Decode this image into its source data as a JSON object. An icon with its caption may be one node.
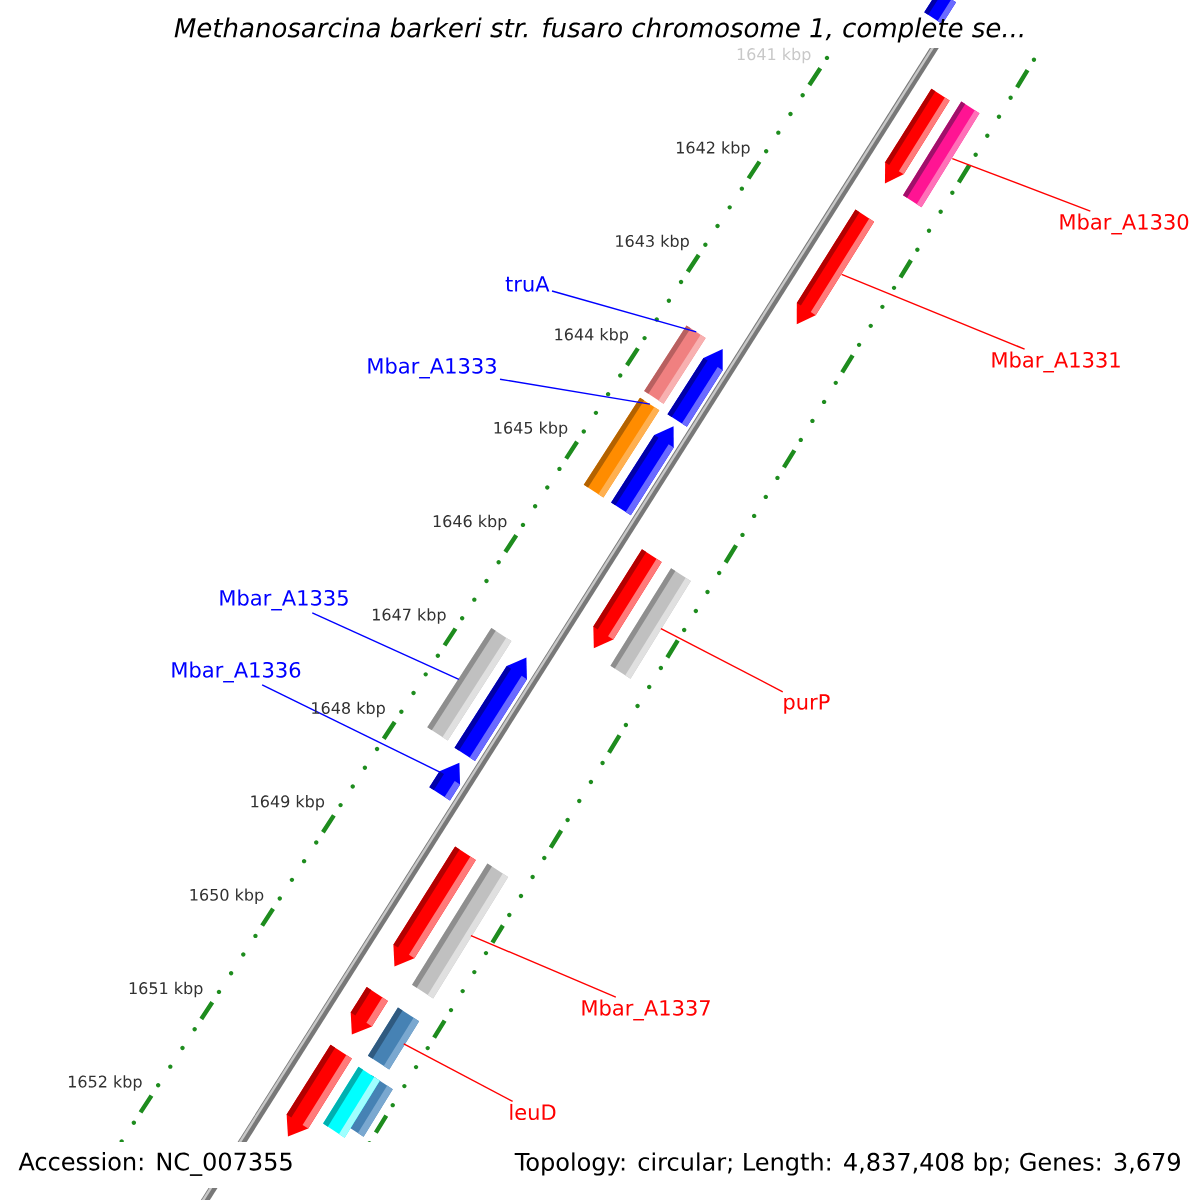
{
  "diagram": {
    "title": "Methanosarcina barkeri str. fusaro chromosome 1, complete se...",
    "nodes": [
      {
        "text": [
          "Mbar_A1330"
        ]
      },
      {
        "text": [
          "truA"
        ]
      },
      {
        "text": [
          "Mbar_A1331"
        ]
      },
      {
        "text": [
          "Mbar_A1333"
        ]
      },
      {
        "text": [
          "Mbar_A1335"
        ]
      },
      {
        "text": [
          "Mbar_A1336"
        ]
      },
      {
        "text": [
          "purP"
        ]
      },
      {
        "text": [
          "Mbar_A1337"
        ]
      },
      {
        "text": [
          "leuD"
        ]
      },
      {
        "text": [],
        "shape": "bar"
      },
      {
        "text": [],
        "shape": "arrow"
      },
      {
        "text": [],
        "shape": "bar"
      },
      {
        "text": [],
        "shape": "arrow"
      },
      {
        "text": [],
        "shape": "bar"
      },
      {
        "text": [],
        "shape": "arrow"
      },
      {
        "text": [],
        "shape": "bar"
      },
      {
        "text": [],
        "shape": "arrow"
      },
      {
        "text": [],
        "shape": "arrow"
      },
      {
        "text": [],
        "shape": "bar"
      },
      {
        "text": [],
        "shape": "bar"
      },
      {
        "text": [],
        "shape": "arrow"
      },
      {
        "text": [],
        "shape": "arrow"
      },
      {
        "text": [],
        "shape": "arrow"
      },
      {
        "text": [],
        "shape": "bar"
      },
      {
        "text": [],
        "shape": "arrow"
      },
      {
        "text": [],
        "shape": "bar"
      },
      {
        "text": [],
        "shape": "arrow"
      },
      {
        "text": [],
        "shape": "bar"
      },
      {
        "text": [],
        "shape": "bar"
      }
    ],
    "edges": [
      {
        "from": 0,
        "to": 11,
        "arrow": "none"
      },
      {
        "from": 1,
        "to": 13,
        "arrow": "none",
        "color": "#0000ff"
      },
      {
        "from": 2,
        "to": 12,
        "arrow": "none"
      },
      {
        "from": 3,
        "to": 15,
        "arrow": "none",
        "color": "#0000ff"
      },
      {
        "from": 4,
        "to": 19,
        "arrow": "none",
        "color": "#0000ff"
      },
      {
        "from": 5,
        "to": 21,
        "arrow": "none",
        "color": "#0000ff"
      },
      {
        "from": 6,
        "to": 18,
        "arrow": "none"
      },
      {
        "from": 7,
        "to": 23,
        "arrow": "none"
      },
      {
        "from": 8,
        "to": 25,
        "arrow": "none"
      }
    ],
    "labels": [
      "1641 kbp",
      "1642 kbp",
      "1643 kbp",
      "1644 kbp",
      "1645 kbp",
      "1646 kbp",
      "1647 kbp",
      "1648 kbp",
      "1649 kbp",
      "1650 kbp",
      "1651 kbp",
      "1652 kbp",
      "Accession: NC_007355",
      "Topology: circular; Length: 4,837,408 bp; Genes: 3,679"
    ]
  }
}
